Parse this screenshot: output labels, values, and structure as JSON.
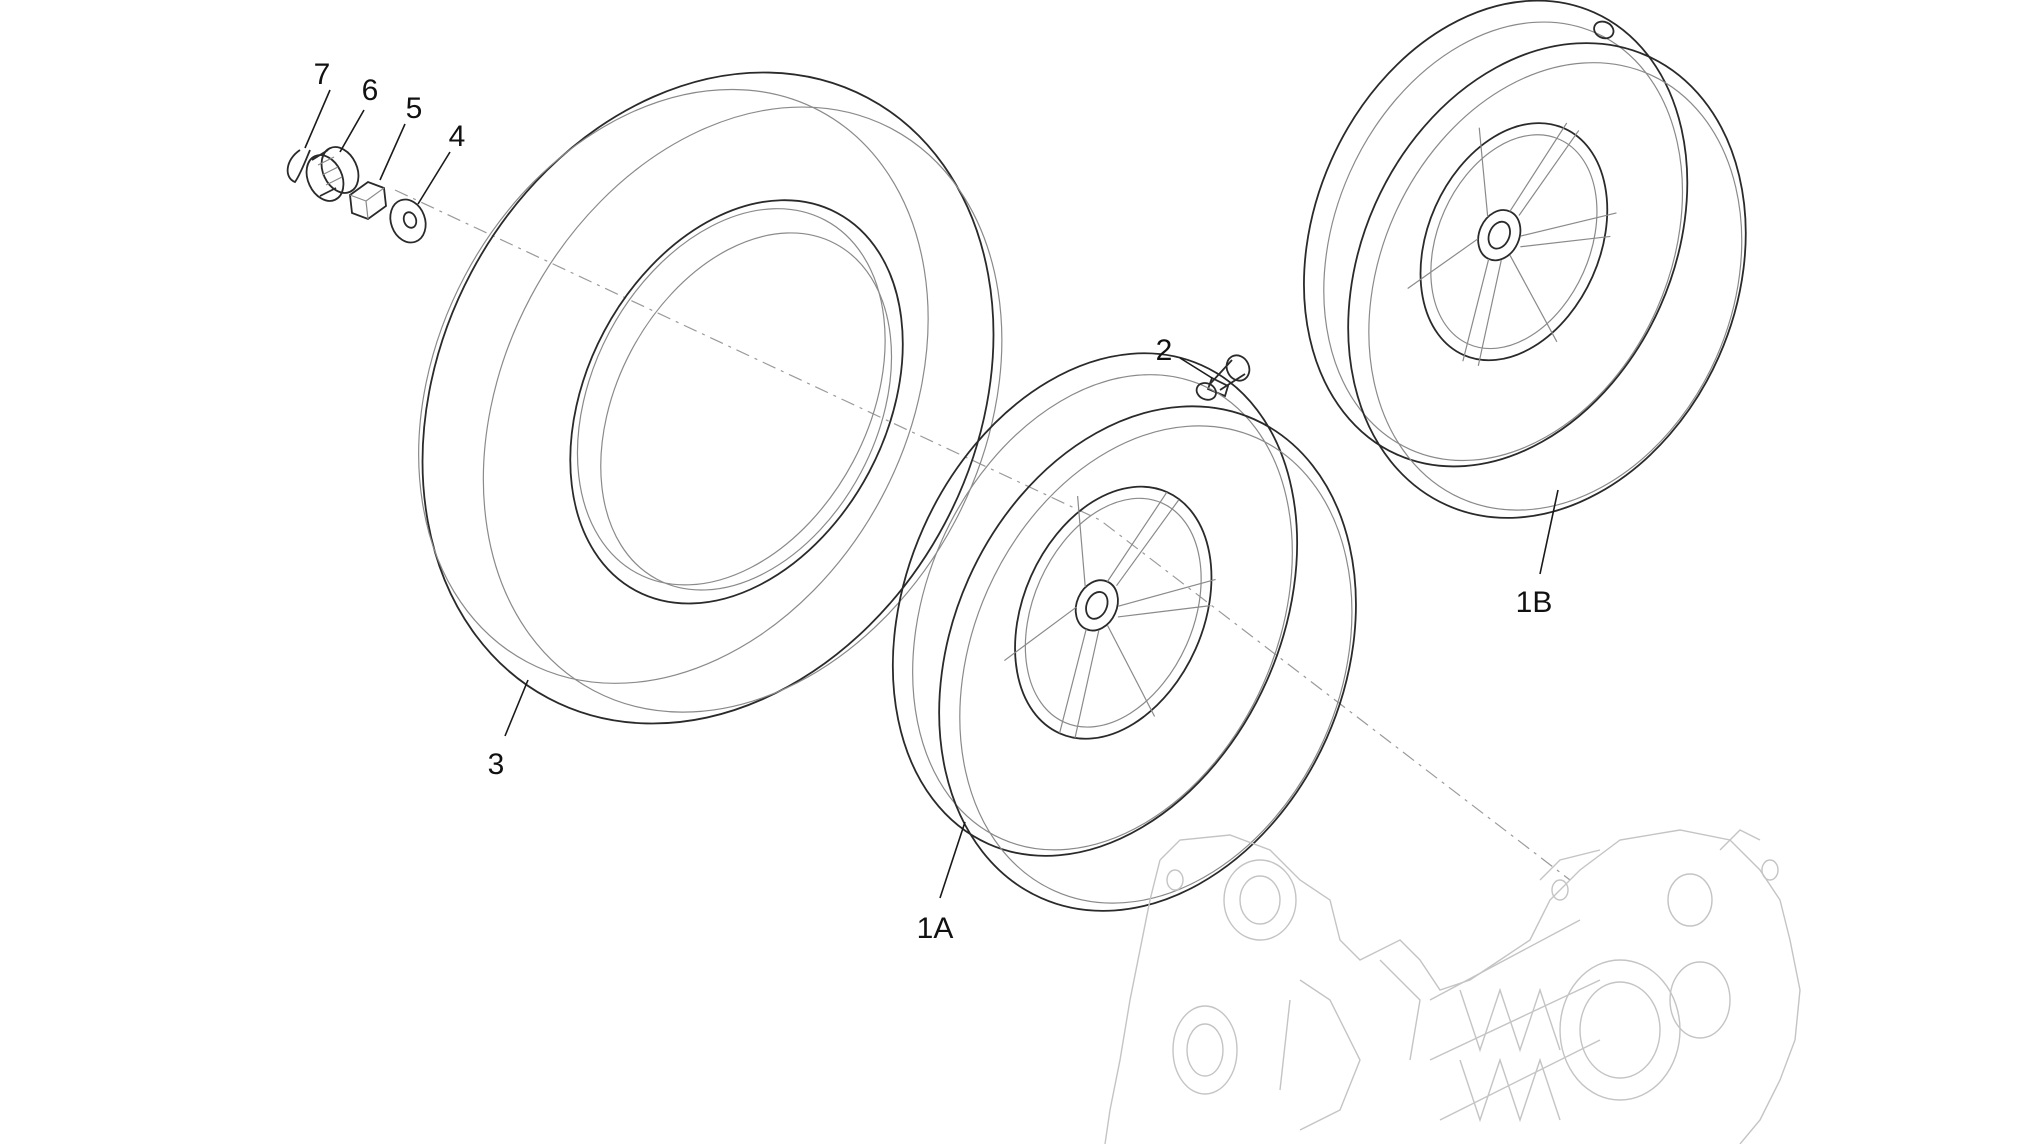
{
  "callouts": {
    "c7": "7",
    "c6": "6",
    "c5": "5",
    "c4": "4",
    "c3": "3",
    "c2": "2",
    "c1a": "1A",
    "c1b": "1B"
  },
  "colors": {
    "line": "#2a2a2a",
    "thin": "#8a8a8a",
    "faded": "#c4c4c4",
    "background": "#ffffff"
  }
}
